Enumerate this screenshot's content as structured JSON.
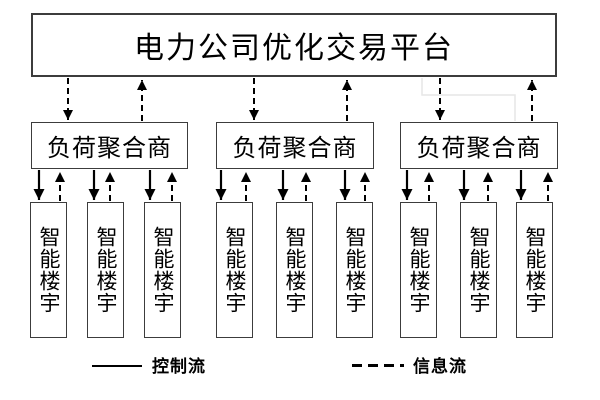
{
  "platform": {
    "label": "电力公司优化交易平台"
  },
  "aggregators": [
    {
      "label": "负荷聚合商"
    },
    {
      "label": "负荷聚合商"
    },
    {
      "label": "负荷聚合商"
    }
  ],
  "buildings": [
    {
      "label": "智能楼宇"
    },
    {
      "label": "智能楼宇"
    },
    {
      "label": "智能楼宇"
    },
    {
      "label": "智能楼宇"
    },
    {
      "label": "智能楼宇"
    },
    {
      "label": "智能楼宇"
    },
    {
      "label": "智能楼宇"
    },
    {
      "label": "智能楼宇"
    },
    {
      "label": "智能楼宇"
    }
  ],
  "legend": {
    "control_flow": "控制流",
    "info_flow": "信息流"
  },
  "colors": {
    "arrow": "#000000",
    "box_border": "#3c3c3c",
    "text": "#000000",
    "background": "#ffffff",
    "faint_connector": "#e6e6e6"
  }
}
